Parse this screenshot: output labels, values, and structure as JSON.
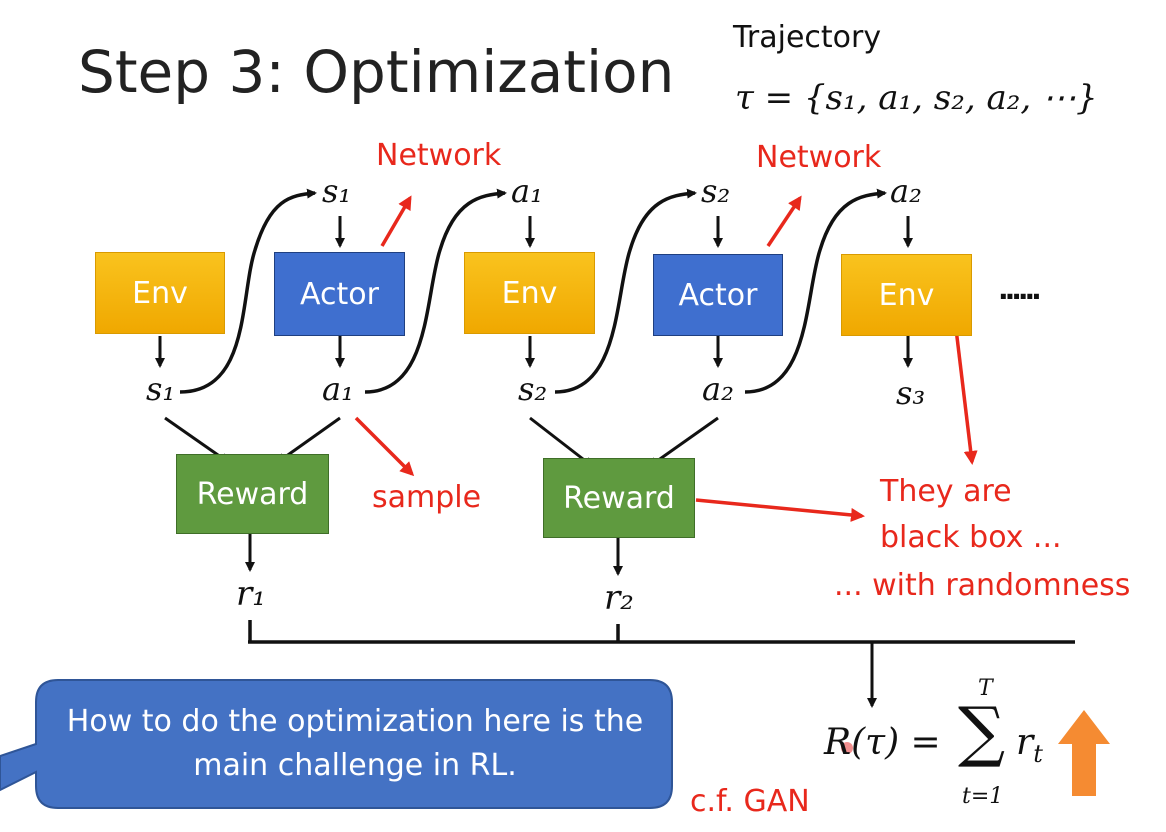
{
  "title": "Step 3: Optimization",
  "trajectory": {
    "label": "Trajectory",
    "formula": "τ = {s₁, a₁, s₂, a₂, ⋯}"
  },
  "boxes": {
    "env1": "Env",
    "actor1": "Actor",
    "env2": "Env",
    "actor2": "Actor",
    "env3": "Env",
    "reward1": "Reward",
    "reward2": "Reward"
  },
  "ellipsis": "······",
  "symbols": {
    "s1_top": "s₁",
    "a1_top": "a₁",
    "s2_top": "s₂",
    "a2_top": "a₂",
    "s1": "s₁",
    "a1": "a₁",
    "s2": "s₂",
    "a2": "a₂",
    "s3": "s₃",
    "r1": "r₁",
    "r2": "r₂"
  },
  "annotations": {
    "network1": "Network",
    "network2": "Network",
    "sample": "sample",
    "blackbox1": "They are",
    "blackbox2": "black box ...",
    "blackbox3": "... with randomness",
    "cf_gan": "c.f. GAN"
  },
  "callout": "How to do the optimization here is the main challenge in RL.",
  "total_reward": {
    "lhs": "R(τ) =",
    "sum_top": "T",
    "sum_symbol": "∑",
    "sum_bottom": "t=1",
    "term": "r_t"
  },
  "colors": {
    "env": "#f5b400",
    "actor": "#3f6fcf",
    "reward": "#5f9a3f",
    "red": "#e8281c",
    "callout": "#4472c4",
    "up_arrow": "#f58b32"
  }
}
